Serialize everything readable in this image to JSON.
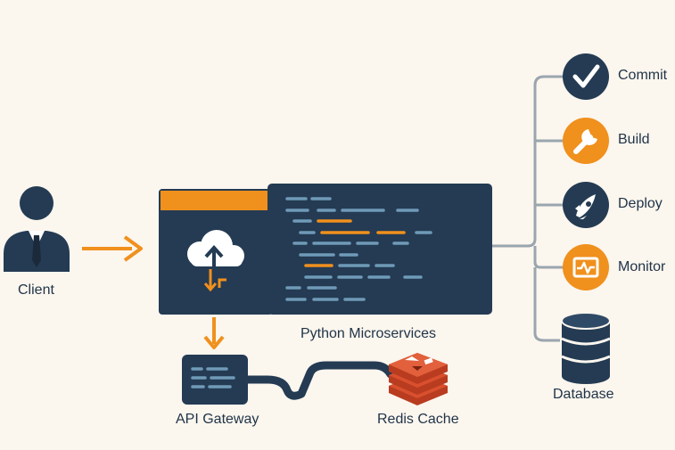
{
  "labels": {
    "client": "Client",
    "microservices": "Python Microservices",
    "api_gateway": "API Gateway",
    "redis_cache": "Redis Cache",
    "database": "Database"
  },
  "pipeline": [
    {
      "label": "Commit",
      "icon": "check-icon",
      "color": "#243b53"
    },
    {
      "label": "Build",
      "icon": "wrench-icon",
      "color": "#f0901d"
    },
    {
      "label": "Deploy",
      "icon": "rocket-icon",
      "color": "#243b53"
    },
    {
      "label": "Monitor",
      "icon": "monitor-icon",
      "color": "#f0901d"
    }
  ],
  "colors": {
    "navy": "#243b53",
    "orange": "#f0901d",
    "redis": "#d9502e",
    "connector": "#9aa5ae",
    "background": "#fbf6ee"
  }
}
